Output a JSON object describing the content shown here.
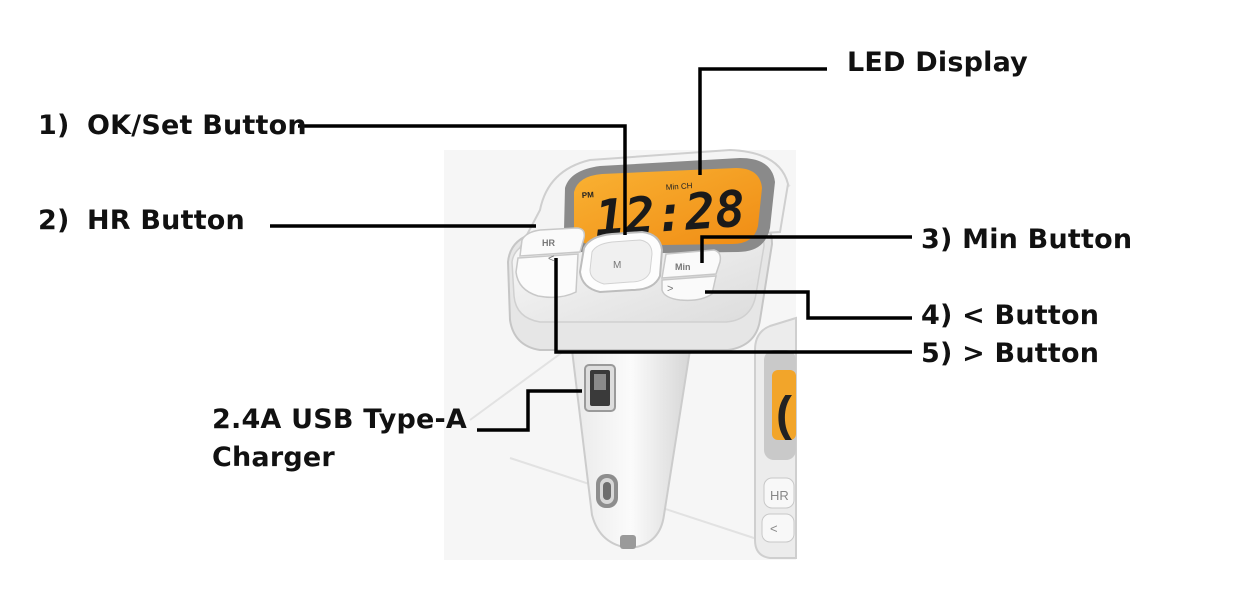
{
  "labels": {
    "led_display": "LED Display",
    "ok_set_number": "1)",
    "ok_set": "OK/Set Button",
    "hr_number": "2)",
    "hr": "HR Button",
    "min": "3) Min Button",
    "left": "4) < Button",
    "right": "5) > Button",
    "usb_line1": "2.4A USB Type-A",
    "usb_line2": "Charger"
  },
  "device": {
    "clock_ampm": "PM",
    "clock_small": "Min CH",
    "clock_time": "12:28",
    "button_hr": "HR",
    "button_m": "M",
    "button_min": "Min",
    "button_left": "<",
    "button_right": ">"
  },
  "colors": {
    "display": "#f5a623",
    "device_body": "#f3f3f3",
    "callout_line": "#000000"
  }
}
